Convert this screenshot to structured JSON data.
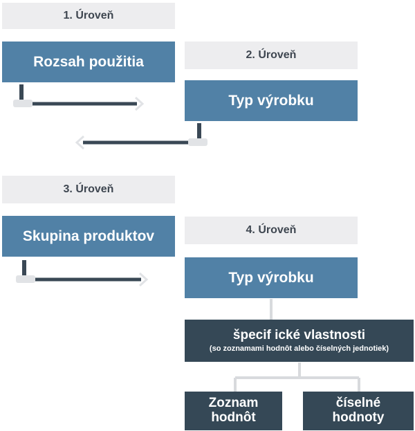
{
  "level1": {
    "label": "1. Úroveň",
    "node": "Rozsah použitia"
  },
  "level2": {
    "label": "2. Úroveň",
    "node": "Typ výrobku"
  },
  "level3": {
    "label": "3. Úroveň",
    "node": "Skupina produktov"
  },
  "level4": {
    "label": "4. Úroveň",
    "node": "Typ výrobku"
  },
  "properties": {
    "title": "špecif ické vlastnosti",
    "subtitle": "(so zoznamami hodnôt alebo číselných jednotiek)"
  },
  "leaves": {
    "list_line1": "Zoznam",
    "list_line2": "hodnôt",
    "numeric_line1": "číselné",
    "numeric_line2": "hodnoty"
  },
  "colors": {
    "level_bg": "#ededef",
    "node_blue": "#5181a6",
    "node_dark": "#354856",
    "arrow": "#3a4855",
    "connector_light": "#d8dadd"
  }
}
